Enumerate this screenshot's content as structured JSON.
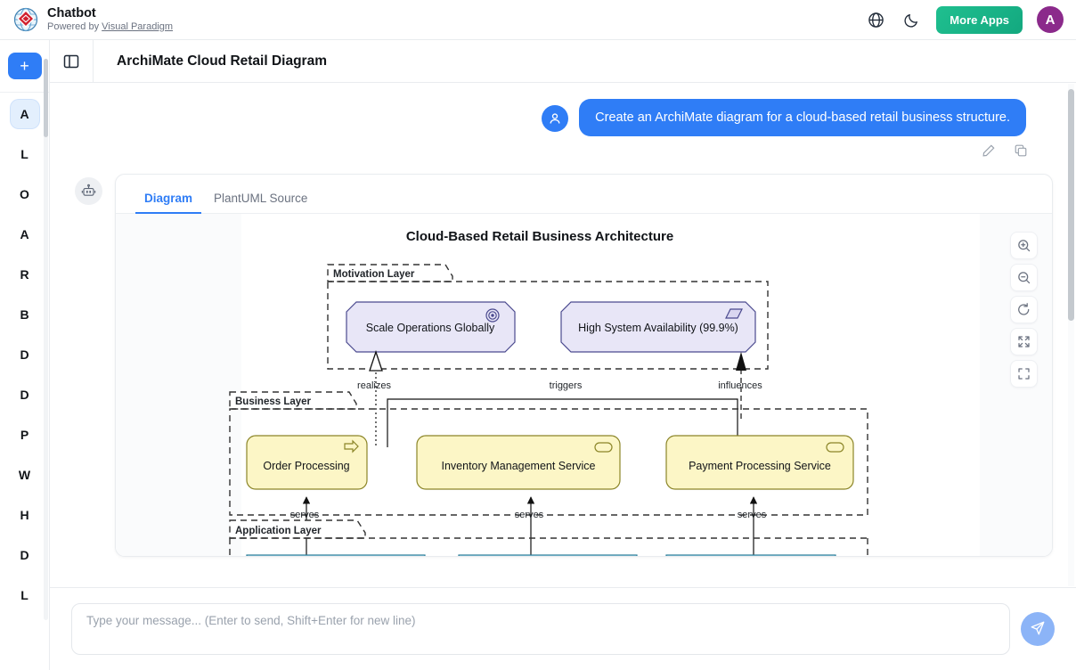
{
  "app": {
    "brand_title": "Chatbot",
    "powered_by_prefix": "Powered by ",
    "powered_by_link": "Visual Paradigm",
    "logo_icon": "globe-diamond-logo",
    "language_icon": "globe-icon",
    "theme_icon": "moon-icon",
    "more_apps_label": "More Apps",
    "avatar_initial": "A",
    "avatar_color": "#8b2a8b",
    "accent_color": "#2f7df6",
    "more_apps_color": "#18b286"
  },
  "sidebar": {
    "new_button_label": "+",
    "new_button_icon": "plus-icon",
    "items": [
      {
        "label": "A",
        "active": true
      },
      {
        "label": "L",
        "active": false
      },
      {
        "label": "O",
        "active": false
      },
      {
        "label": "A",
        "active": false
      },
      {
        "label": "R",
        "active": false
      },
      {
        "label": "B",
        "active": false
      },
      {
        "label": "D",
        "active": false
      },
      {
        "label": "D",
        "active": false
      },
      {
        "label": "P",
        "active": false
      },
      {
        "label": "W",
        "active": false
      },
      {
        "label": "H",
        "active": false
      },
      {
        "label": "D",
        "active": false
      },
      {
        "label": "L",
        "active": false
      }
    ]
  },
  "subheader": {
    "panel_toggle_icon": "panel-toggle-icon",
    "page_title": "ArchiMate Cloud Retail Diagram"
  },
  "conversation": {
    "user_avatar_icon": "user-icon",
    "bot_avatar_icon": "robot-icon",
    "user_message": "Create an ArchiMate diagram for a cloud-based retail business structure.",
    "message_actions": [
      {
        "name": "edit-icon",
        "label": "Edit"
      },
      {
        "name": "copy-icon",
        "label": "Copy"
      }
    ]
  },
  "artifact": {
    "tabs": [
      {
        "label": "Diagram",
        "active": true
      },
      {
        "label": "PlantUML Source",
        "active": false
      }
    ],
    "toolbar": [
      {
        "name": "zoom-in-icon",
        "label": "Zoom in"
      },
      {
        "name": "zoom-out-icon",
        "label": "Zoom out"
      },
      {
        "name": "reset-zoom-icon",
        "label": "Reset"
      },
      {
        "name": "expand-icon",
        "label": "Expand"
      },
      {
        "name": "fit-screen-icon",
        "label": "Fit to screen"
      }
    ]
  },
  "diagram": {
    "title": "Cloud-Based Retail Business Architecture",
    "layers": [
      {
        "name": "Motivation Layer",
        "fill": "#e8e6f7",
        "nodes": [
          {
            "label": "Scale Operations Globally",
            "icon": "goal-icon"
          },
          {
            "label": "High System Availability (99.9%)",
            "icon": "requirement-icon"
          }
        ]
      },
      {
        "name": "Business Layer",
        "fill": "#fcf6c6",
        "nodes": [
          {
            "label": "Order Processing",
            "icon": "business-process-icon"
          },
          {
            "label": "Inventory Management Service",
            "icon": "business-service-icon"
          },
          {
            "label": "Payment Processing Service",
            "icon": "business-service-icon"
          }
        ]
      },
      {
        "name": "Application Layer",
        "fill": "#bfeaf9",
        "nodes": [
          {
            "label": "",
            "icon": "application-component-icon"
          },
          {
            "label": "",
            "icon": "application-component-icon"
          },
          {
            "label": "",
            "icon": "application-component-icon"
          }
        ]
      }
    ],
    "relations": [
      {
        "label": "realizes",
        "style": "dotted-hollow-triangle"
      },
      {
        "label": "triggers",
        "style": "solid-filled-arrow"
      },
      {
        "label": "influences",
        "style": "dashed-filled-arrow"
      },
      {
        "label": "serves",
        "style": "solid-filled-arrow"
      },
      {
        "label": "serves",
        "style": "solid-filled-arrow"
      },
      {
        "label": "serves",
        "style": "solid-filled-arrow"
      }
    ]
  },
  "composer": {
    "placeholder": "Type your message... (Enter to send, Shift+Enter for new line)",
    "value": "",
    "send_icon": "send-paper-plane-icon"
  }
}
